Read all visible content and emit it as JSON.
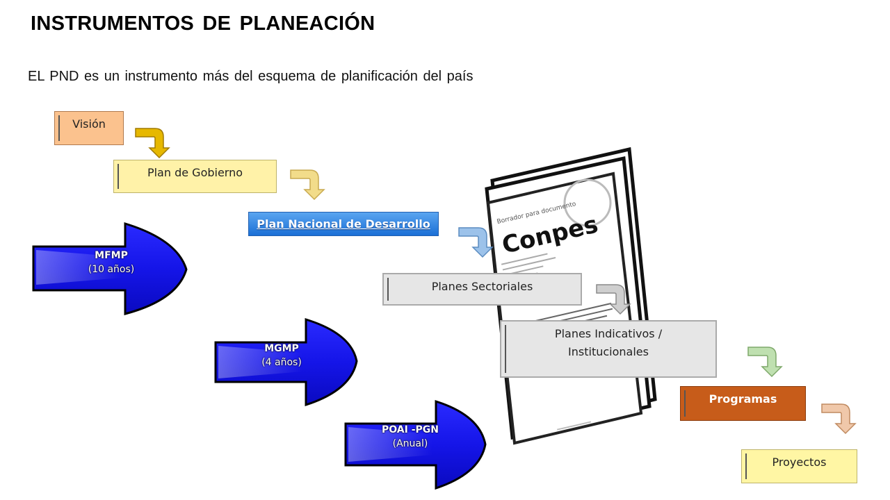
{
  "title": "INSTRUMENTOS DE PLANEACIÓN",
  "subtitle": "EL PND es un instrumento más del esquema de planificación del país",
  "boxes": {
    "vision": "Visión",
    "plan_gobierno": "Plan de Gobierno",
    "pnd": "Plan Nacional de Desarrollo",
    "sectoriales": "Planes Sectoriales",
    "indicativos_line1": "Planes Indicativos /",
    "indicativos_line2": "Institucionales",
    "programas": "Programas",
    "proyectos": "Proyectos"
  },
  "arrows": {
    "mfmp_name": "MFMP",
    "mfmp_period": "(10 años)",
    "mgmp_name": "MGMP",
    "mgmp_period": "(4 años)",
    "poai_name": "POAI -PGN",
    "poai_period": "(Anual)"
  },
  "document": {
    "header": "Borrador para documento",
    "name": "Conpes"
  },
  "colors": {
    "vision": "#fbc28e",
    "plan_gobierno": "#fff2a8",
    "pnd": "#1a6fd6",
    "sectoriales": "#e6e6e6",
    "programas": "#c75c1a",
    "proyectos": "#fff6a4",
    "big_arrows": "#1a1aff"
  }
}
